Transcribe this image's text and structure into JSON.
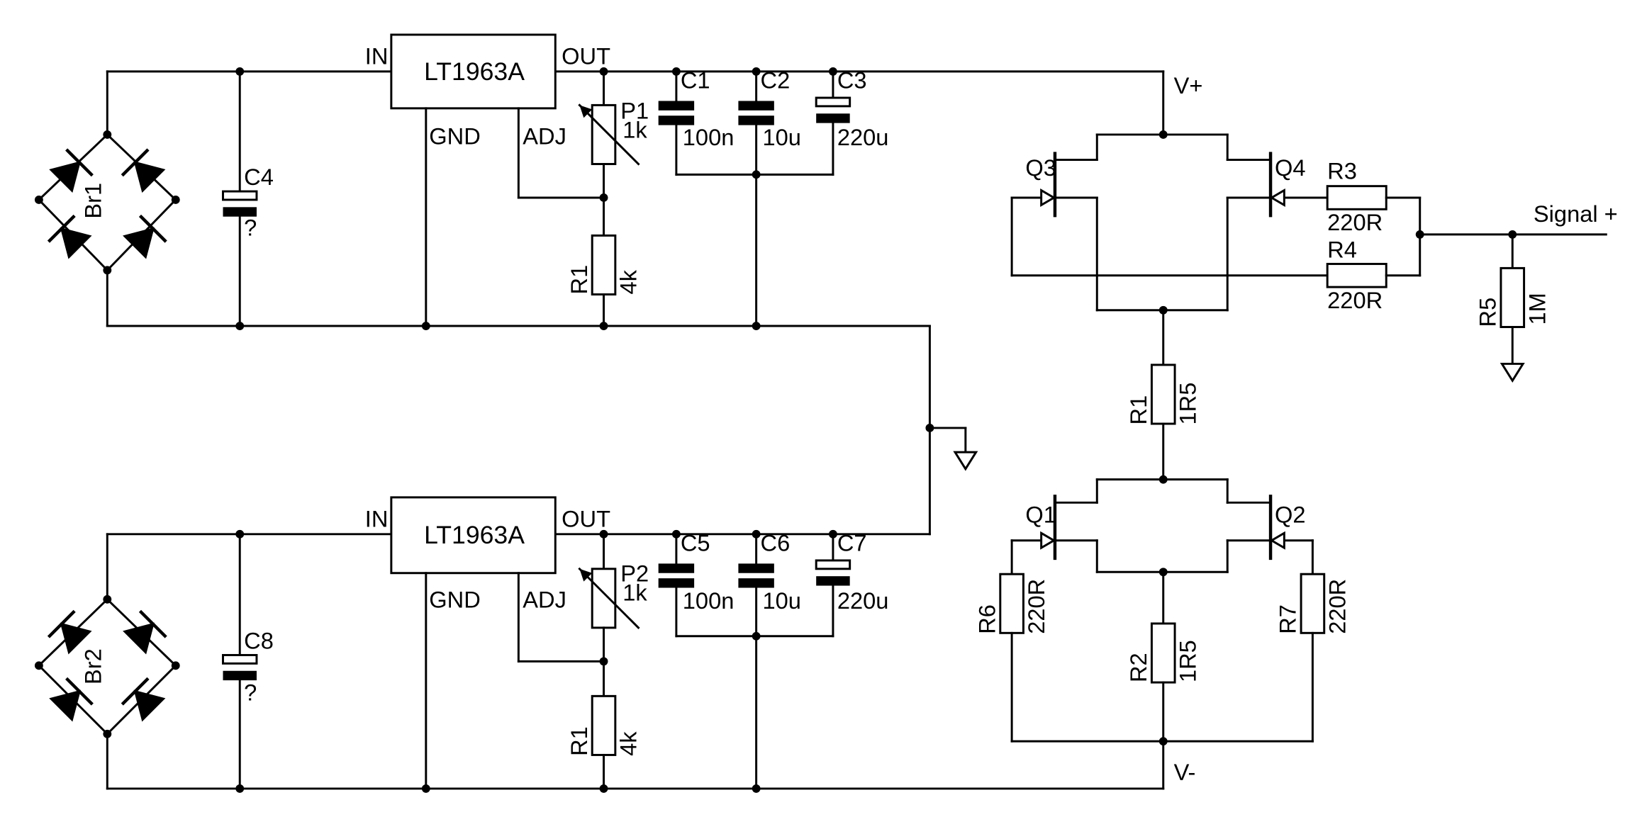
{
  "labels": {
    "br1": "Br1",
    "br2": "Br2",
    "c1": "C1",
    "c1_val": "100n",
    "c2": "C2",
    "c2_val": "10u",
    "c3": "C3",
    "c3_val": "220u",
    "c4": "C4",
    "c4_val": "?",
    "c5": "C5",
    "c5_val": "100n",
    "c6": "C6",
    "c6_val": "10u",
    "c7": "C7",
    "c7_val": "220u",
    "c8": "C8",
    "c8_val": "?",
    "ic_top": "LT1963A",
    "ic_bot": "LT1963A",
    "in": "IN",
    "out": "OUT",
    "gnd": "GND",
    "adj": "ADJ",
    "p1": "P1",
    "p1_val": "1k",
    "p2": "P2",
    "p2_val": "1k",
    "r1_top": "R1",
    "r1_top_val": "4k",
    "r1_bot": "R1",
    "r1_bot_val": "4k",
    "q1": "Q1",
    "q2": "Q2",
    "q3": "Q3",
    "q4": "Q4",
    "r3": "R3",
    "r3_val": "220R",
    "r4": "R4",
    "r4_val": "220R",
    "r5": "R5",
    "r5_val": "1M",
    "r6": "R6",
    "r6_val": "220R",
    "r7": "R7",
    "r7_val": "220R",
    "r1_mid": "R1",
    "r1_mid_val": "1R5",
    "r2_mid": "R2",
    "r2_mid_val": "1R5",
    "vplus": "V+",
    "vminus": "V-",
    "signal": "Signal +"
  }
}
